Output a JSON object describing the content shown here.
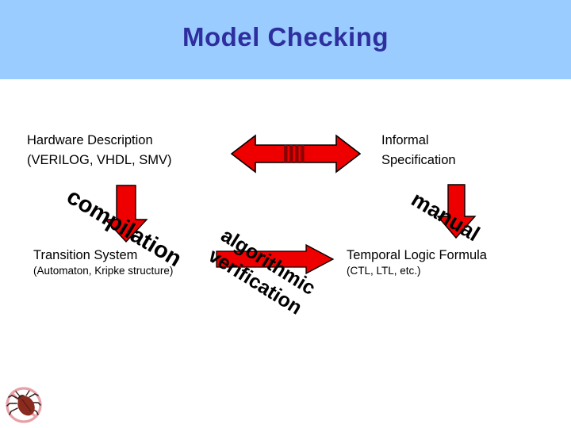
{
  "slide": {
    "title": "Model Checking",
    "banner_color": "#9ACCFF",
    "title_color": "#2E2E9E",
    "background_color": "#FFFFFF",
    "accent_color": "#EE0000",
    "accent_dark_color": "#8B0000"
  },
  "nodes": {
    "hardware_description": {
      "line1": "Hardware Description",
      "line2": "(VERILOG, VHDL, SMV)"
    },
    "informal_specification": {
      "line1": "Informal",
      "line2": "Specification"
    },
    "transition_system": {
      "line1": "Transition System",
      "line2": "(Automaton, Kripke structure)"
    },
    "temporal_logic_formula": {
      "line1": "Temporal Logic Formula",
      "line2": "(CTL, LTL, etc.)"
    }
  },
  "edges": {
    "compilation": {
      "label": "compilation",
      "icon": "down-arrow-icon",
      "rotation_deg": 31
    },
    "manual": {
      "label": "manual",
      "icon": "down-arrow-icon",
      "rotation_deg": 31
    },
    "algorithmic_verification": {
      "label_line1": "algorithmic",
      "label_line2": "verification",
      "icon": "right-arrow-icon",
      "rotation_deg": 32
    },
    "equivalence": {
      "label": "",
      "icon": "bidirectional-arrow-icon"
    }
  },
  "logo": {
    "name": "no-bug-logo",
    "alt": "no bugs",
    "circle_color": "#E8A0A8",
    "bug_color": "#8B2A1E"
  }
}
